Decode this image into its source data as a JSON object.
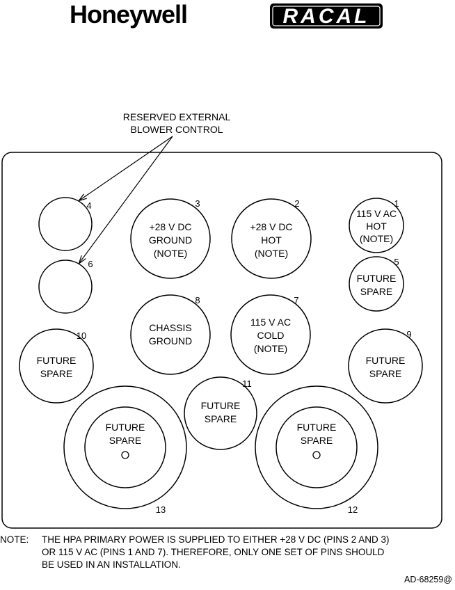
{
  "logos": {
    "honeywell": "Honeywell",
    "racal": "RACAL"
  },
  "callout": {
    "line1": "RESERVED EXTERNAL",
    "line2": "BLOWER CONTROL"
  },
  "pins": [
    {
      "number": "1",
      "lines": [
        "115 V AC",
        "HOT",
        "(NOTE)"
      ]
    },
    {
      "number": "2",
      "lines": [
        "+28 V DC",
        "HOT",
        "(NOTE)"
      ]
    },
    {
      "number": "3",
      "lines": [
        "+28 V DC",
        "GROUND",
        "(NOTE)"
      ]
    },
    {
      "number": "4",
      "lines": []
    },
    {
      "number": "5",
      "lines": [
        "FUTURE",
        "SPARE"
      ]
    },
    {
      "number": "6",
      "lines": []
    },
    {
      "number": "7",
      "lines": [
        "115 V AC",
        "COLD",
        "(NOTE)"
      ]
    },
    {
      "number": "8",
      "lines": [
        "CHASSIS",
        "GROUND"
      ]
    },
    {
      "number": "9",
      "lines": [
        "FUTURE",
        "SPARE"
      ]
    },
    {
      "number": "10",
      "lines": [
        "FUTURE",
        "SPARE"
      ]
    },
    {
      "number": "11",
      "lines": [
        "FUTURE",
        "SPARE"
      ]
    },
    {
      "number": "12",
      "lines": [
        "FUTURE",
        "SPARE"
      ]
    },
    {
      "number": "13",
      "lines": [
        "FUTURE",
        "SPARE"
      ]
    }
  ],
  "note": {
    "label": "NOTE:",
    "lines": [
      "THE HPA PRIMARY POWER IS SUPPLIED TO EITHER +28 V DC (PINS 2 AND 3)",
      "OR 115 V AC (PINS 1 AND 7).  THEREFORE, ONLY ONE SET OF PINS SHOULD",
      "BE USED IN AN INSTALLATION."
    ]
  },
  "document_id": "AD-68259@"
}
